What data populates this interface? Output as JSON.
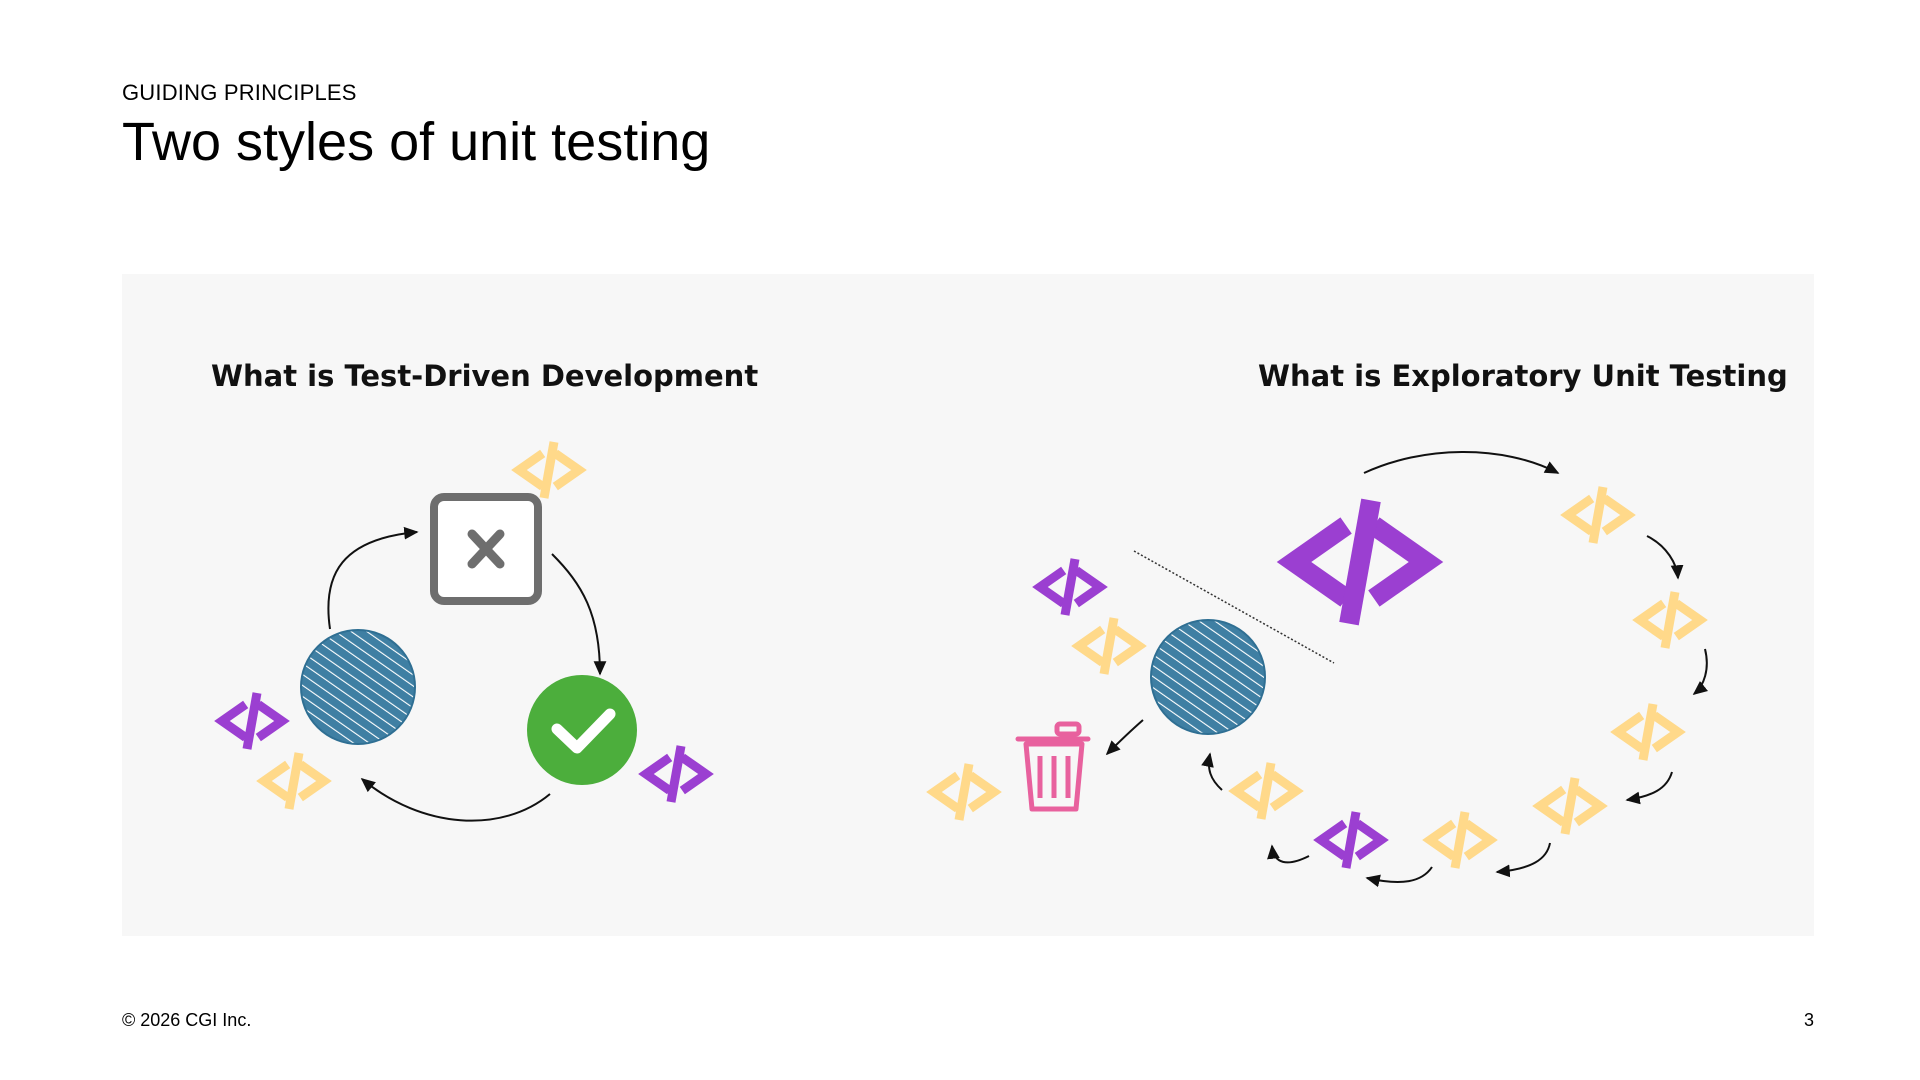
{
  "header": {
    "eyebrow": "GUIDING PRINCIPLES",
    "title": "Two styles of unit testing"
  },
  "diagrams": {
    "tdd": {
      "heading": "What is Test-Driven Development"
    },
    "exploratory": {
      "heading": "What is Exploratory Unit Testing"
    },
    "code_tag_glyph": "</>",
    "icons": [
      "close-icon",
      "checkmark-icon",
      "trash-icon",
      "hatched-circle"
    ]
  },
  "colors": {
    "purple": "#9b3fd1",
    "yellow": "#ffd98a",
    "blue": "#3f7fa3",
    "green": "#4cae3c",
    "pink": "#e8619e",
    "gray": "#6e6e6e"
  },
  "footer": {
    "copyright": "© 2026 CGI Inc.",
    "page_number": "3"
  }
}
